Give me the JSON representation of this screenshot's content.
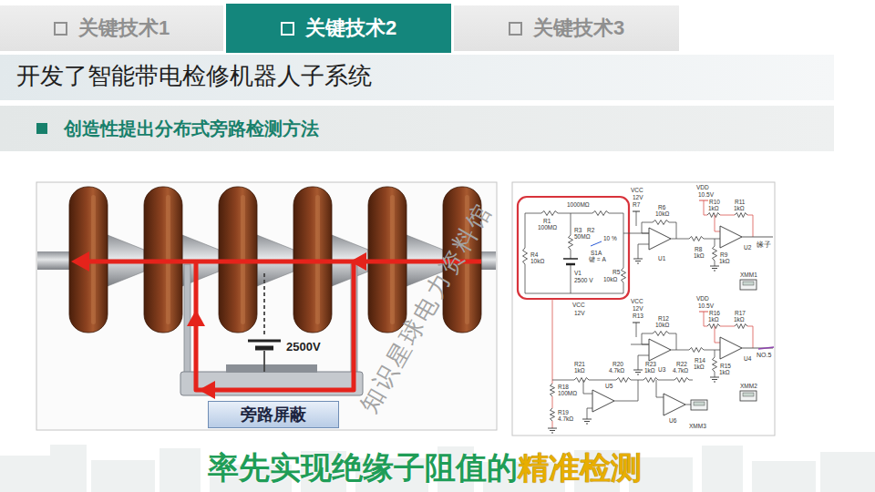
{
  "diagram": {
    "title": "开发了智能带电检修机器人子系统",
    "caption": "率先实现绝缘子阻值的",
    "nodes": [
      {
        "text": [
          "关键技术1"
        ]
      },
      {
        "text": [
          "关键技术2"
        ]
      },
      {
        "text": [
          "关键技术3"
        ]
      },
      {
        "text": [
          "创造性提出分布式旁路检测方法"
        ]
      },
      {
        "text": [
          "旁路屏蔽"
        ]
      }
    ],
    "labels": [
      "2500V",
      "1000MΩ",
      "R1",
      "100MΩ",
      "R3",
      "R2",
      "50MΩ",
      "10 %",
      "R4",
      "10kΩ",
      "S1A",
      "键 = A",
      "R5",
      "10kΩ",
      "V1",
      "2500 V",
      "VCC",
      "12V",
      "VCC",
      "12V",
      "R7",
      "R6",
      "10kΩ",
      "U1",
      "VDD",
      "10.5V",
      "R10",
      "1kΩ",
      "R11",
      "1kΩ",
      "U2",
      "R8",
      "1kΩ",
      "R9",
      "1kΩ",
      "XMM1",
      "缘子",
      "VCC",
      "12V",
      "R13",
      "R12",
      "10kΩ",
      "U3",
      "VDD",
      "10.5V",
      "R16",
      "1kΩ",
      "R17",
      "1kΩ",
      "U4",
      "R14",
      "1kΩ",
      "R15",
      "1kΩ",
      "XMM2",
      "NO.5",
      "R21",
      "1kΩ",
      "R20",
      "4.7kΩ",
      "R23",
      "1kΩ",
      "R22",
      "4.7kΩ",
      "U5",
      "U6",
      "R18",
      "100MΩ",
      "R19",
      "4.7kΩ",
      "XMM3",
      "知识星球电力资料馆",
      "精准检测"
    ]
  }
}
